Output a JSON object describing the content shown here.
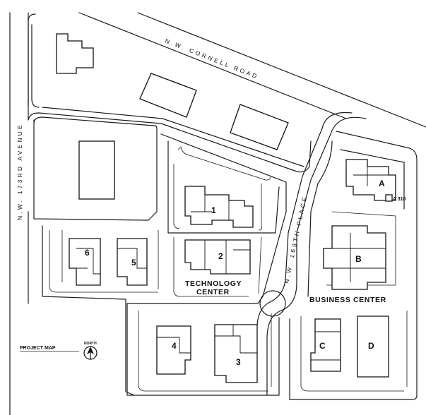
{
  "roads": {
    "cornell": "N.W. CORNELL ROAD",
    "avenue_173": "N.W. 173RD AVENUE",
    "place_169": "N.W. 169TH PLACE"
  },
  "campus": {
    "technology_center": [
      "TECHNOLOGY",
      "CENTER"
    ],
    "business_center": "BUSINESS CENTER"
  },
  "buildings": {
    "b1": "1",
    "b2": "2",
    "b3": "3",
    "b4": "4",
    "b5": "5",
    "b6": "6",
    "bA": "A",
    "bB": "B",
    "bC": "C",
    "bD": "D",
    "suite": "A 310"
  },
  "legend": {
    "project_map": "PROJECT MAP",
    "north": "NORTH"
  }
}
